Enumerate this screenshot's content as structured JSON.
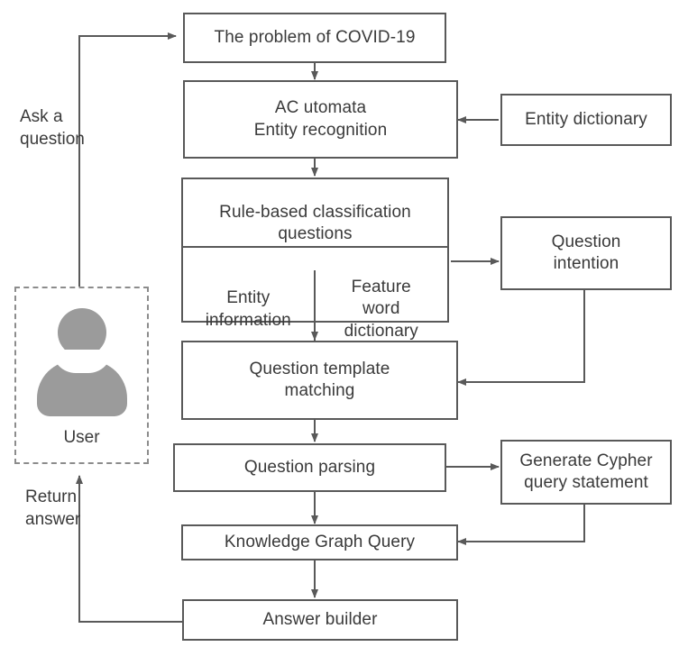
{
  "diagram": {
    "title": "COVID-19 Knowledge Graph Question Answering Flow",
    "stroke_color": "#595959",
    "text_color": "#3a3a3a",
    "avatar_color": "#9b9b9b",
    "dashed_color": "#8c8c8c",
    "background": "#ffffff"
  },
  "nodes": {
    "problem": "The problem of COVID-19",
    "ac_automata": "AC utomata\nEntity recognition",
    "entity_dictionary": "Entity dictionary",
    "rule_based": "Rule-based classification\nquestions",
    "entity_information": "Entity\ninformation",
    "feature_word_dictionary": "Feature\nword\ndictionary",
    "question_intention": "Question\nintention",
    "question_template_matching": "Question template\nmatching",
    "question_parsing": "Question parsing",
    "generate_cypher": "Generate Cypher\nquery statement",
    "knowledge_graph_query": "Knowledge Graph Query",
    "answer_builder": "Answer builder",
    "user": "User"
  },
  "edge_labels": {
    "ask_a_question": "Ask a\nquestion",
    "return_answer": "Return\nanswer"
  }
}
